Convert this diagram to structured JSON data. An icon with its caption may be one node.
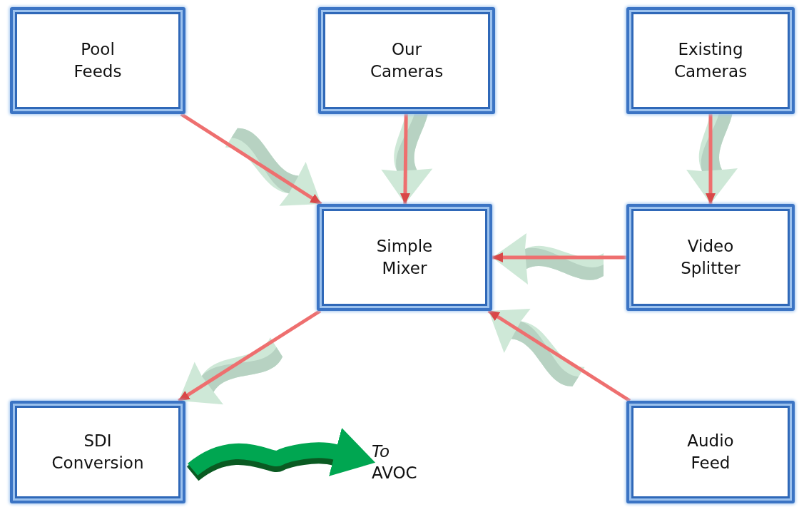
{
  "diagram": {
    "nodes": [
      {
        "text": [
          "Pool Feeds"
        ]
      },
      {
        "text": [
          "Our Cameras"
        ]
      },
      {
        "text": [
          "Existing Cameras"
        ]
      },
      {
        "text": [
          "Simple Mixer"
        ]
      },
      {
        "text": [
          "Video Splitter"
        ]
      },
      {
        "text": [
          "SDI Conversion"
        ]
      },
      {
        "text": [
          "*To* AVOC"
        ]
      },
      {
        "text": [
          "Audio Feed"
        ]
      }
    ],
    "edges": [
      {
        "from": 0,
        "to": 3,
        "arrow": "to"
      },
      {
        "from": 1,
        "to": 3,
        "arrow": "to"
      },
      {
        "from": 2,
        "to": 4,
        "arrow": "to"
      },
      {
        "from": 4,
        "to": 3,
        "arrow": "to"
      },
      {
        "from": 7,
        "to": 3,
        "arrow": "to"
      },
      {
        "from": 3,
        "to": 5,
        "arrow": "to"
      },
      {
        "from": 5,
        "to": 6,
        "arrow": "to",
        "style": "thick",
        "color": "#00a651"
      }
    ]
  }
}
